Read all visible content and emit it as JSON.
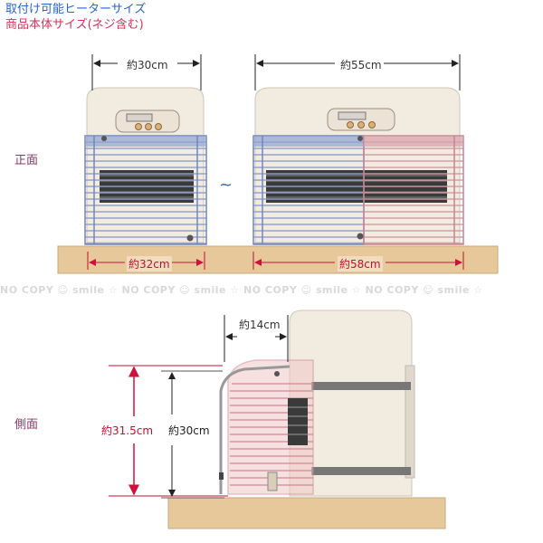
{
  "title": "取付け可能ヒーターサイズ",
  "subtitle": "商品本体サイズ(ネジ含む)",
  "labels": {
    "front": "正面",
    "side": "側面"
  },
  "dimensions": {
    "small_heater_width": "約30cm",
    "large_heater_width": "約55cm",
    "small_guard_width": "約32cm",
    "large_guard_width": "約58cm",
    "depth": "約14cm",
    "guard_height": "約31.5cm",
    "heater_height": "約30cm"
  },
  "tilde": "~",
  "watermark": "NO COPY ☺ smile ☆ NO COPY ☺ smile ☆ NO COPY ☺ smile ☆ NO COPY ☺ smile ☆",
  "colors": {
    "blue_text": "#2a63c9",
    "red_text": "#d8315b",
    "floor": "#e6c89a",
    "heater_body": "#f1ebe0",
    "guard_blue": "#7f95c8",
    "guard_pink": "#d79aa5"
  }
}
